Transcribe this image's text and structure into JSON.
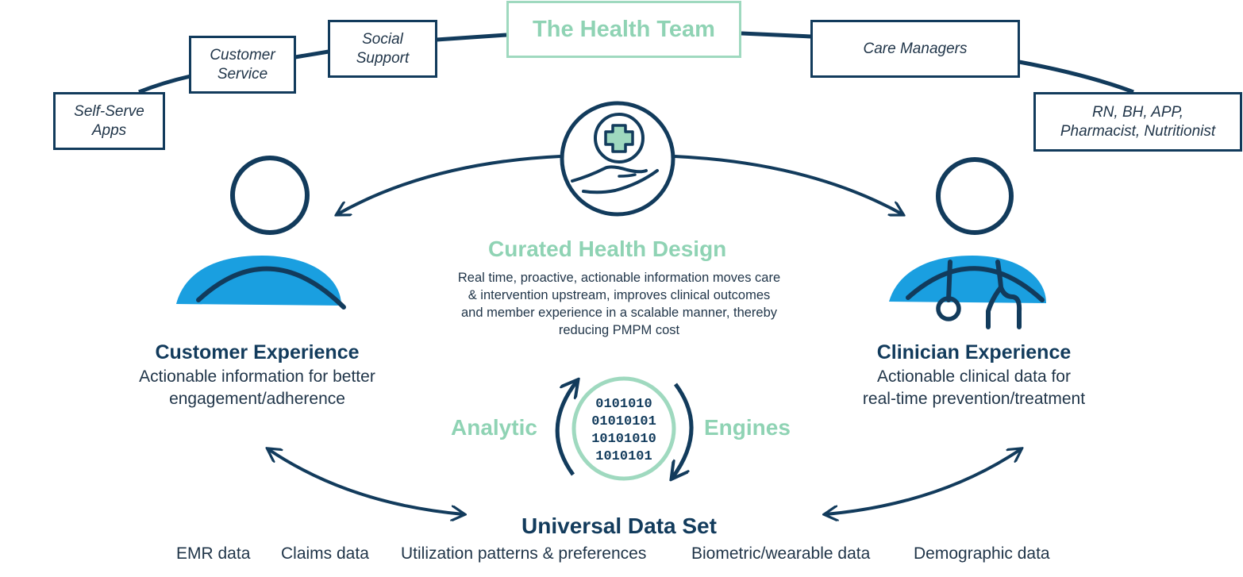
{
  "team": {
    "title": "The Health Team",
    "boxes": {
      "self_serve": [
        "Self-Serve",
        "Apps"
      ],
      "customer_service": [
        "Customer",
        "Service"
      ],
      "social_support": [
        "Social",
        "Support"
      ],
      "care_managers": [
        "Care Managers"
      ],
      "clinicians": [
        "RN, BH, APP,",
        "Pharmacist, Nutritionist"
      ]
    }
  },
  "curated": {
    "title": "Curated Health Design",
    "lines": [
      "Real time, proactive, actionable information moves care",
      "& intervention upstream, improves clinical outcomes",
      "and member experience in a scalable manner, thereby",
      "reducing PMPM cost"
    ]
  },
  "customer": {
    "title": "Customer Experience",
    "lines": [
      "Actionable information for better",
      "engagement/adherence"
    ]
  },
  "clinician": {
    "title": "Clinician Experience",
    "lines": [
      "Actionable clinical data for",
      "real-time prevention/treatment"
    ]
  },
  "analytic": {
    "left": "Analytic",
    "right": "Engines"
  },
  "binary": [
    "0101010",
    "01010101",
    "10101010",
    "1010101"
  ],
  "universal": {
    "title": "Universal Data Set",
    "items": [
      "EMR data",
      "Claims data",
      "Utilization patterns & preferences",
      "Biometric/wearable data",
      "Demographic data"
    ]
  },
  "colors": {
    "navy": "#123b5c",
    "green": "#8fd3b4",
    "blue": "#1a9fe0",
    "text": "#1f3448"
  }
}
